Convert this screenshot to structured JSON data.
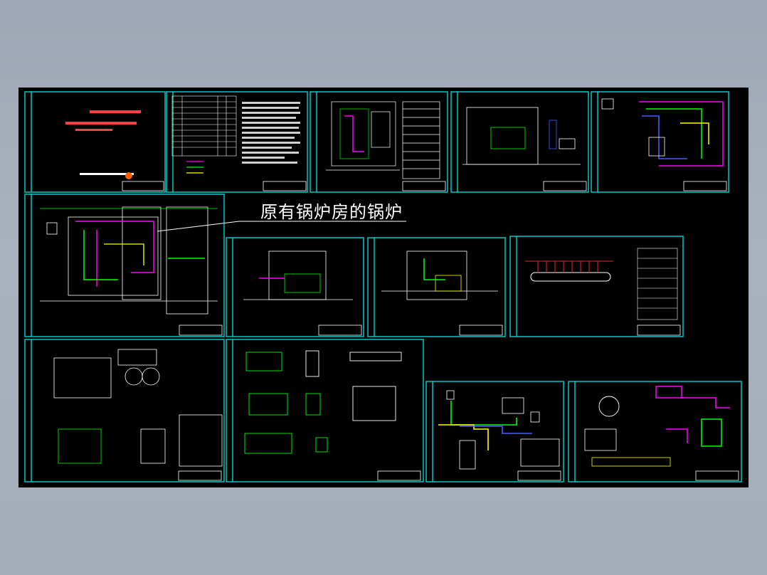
{
  "drawing": {
    "callout_text": "原有锅炉房的锅炉"
  },
  "colors": {
    "background": "#a6aebb",
    "model_space": "#000000",
    "frame": "#00c8c8",
    "line_white": "#ffffff",
    "line_green": "#00ff00",
    "line_magenta": "#ff00ff",
    "line_yellow": "#ffff00",
    "line_red": "#ff2020",
    "line_blue": "#4060ff"
  },
  "sheets": [
    {
      "id": "cover",
      "type": "cover-sheet"
    },
    {
      "id": "index",
      "type": "drawing-index-and-notes"
    },
    {
      "id": "plan-a",
      "type": "equipment-plan"
    },
    {
      "id": "section-a",
      "type": "section"
    },
    {
      "id": "system-a",
      "type": "piping-system"
    },
    {
      "id": "plan-b",
      "type": "boiler-room-plan"
    },
    {
      "id": "section-b",
      "type": "section"
    },
    {
      "id": "section-c",
      "type": "section"
    },
    {
      "id": "manifold",
      "type": "manifold-detail"
    },
    {
      "id": "detail-a",
      "type": "equipment-details"
    },
    {
      "id": "detail-b",
      "type": "foundation-details"
    },
    {
      "id": "pipe-route",
      "type": "pipe-route-plan"
    },
    {
      "id": "detail-c",
      "type": "piping-detail"
    }
  ]
}
